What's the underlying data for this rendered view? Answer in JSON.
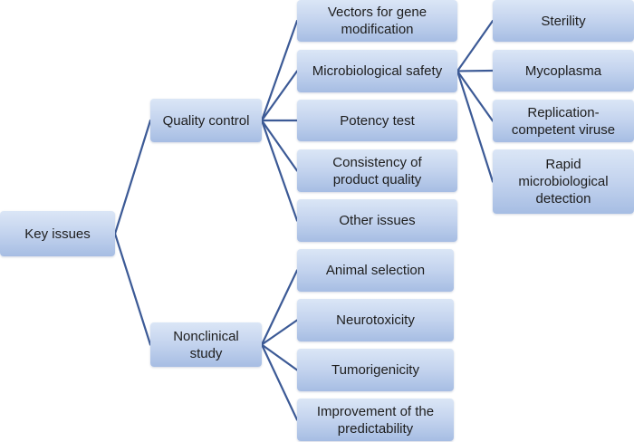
{
  "diagram": {
    "type": "tree",
    "root": {
      "id": "key-issues",
      "label": "Key issues",
      "children": [
        {
          "id": "quality-control",
          "label": "Quality control",
          "children": [
            {
              "id": "vectors",
              "label": "Vectors for gene\nmodification"
            },
            {
              "id": "micro-safety",
              "label": "Microbiological safety",
              "children": [
                {
                  "id": "sterility",
                  "label": "Sterility"
                },
                {
                  "id": "mycoplasma",
                  "label": "Mycoplasma"
                },
                {
                  "id": "replication",
                  "label": "Replication-\ncompetent viruse"
                },
                {
                  "id": "rapid-detection",
                  "label": "Rapid\nmicrobiological\ndetection"
                }
              ]
            },
            {
              "id": "potency",
              "label": "Potency test"
            },
            {
              "id": "consistency",
              "label": "Consistency of\nproduct quality"
            },
            {
              "id": "other-issues",
              "label": "Other issues"
            }
          ]
        },
        {
          "id": "nonclinical-study",
          "label": "Nonclinical\nstudy",
          "children": [
            {
              "id": "animal-selection",
              "label": "Animal selection"
            },
            {
              "id": "neurotoxicity",
              "label": "Neurotoxicity"
            },
            {
              "id": "tumorigenicity",
              "label": "Tumorigenicity"
            },
            {
              "id": "predictability",
              "label": "Improvement of the\npredictability"
            }
          ]
        }
      ]
    },
    "colors": {
      "connector": "#3c5a96",
      "node_top": "#dbe6f6",
      "node_bottom": "#a6bde3",
      "text": "#1d1d1d"
    }
  }
}
